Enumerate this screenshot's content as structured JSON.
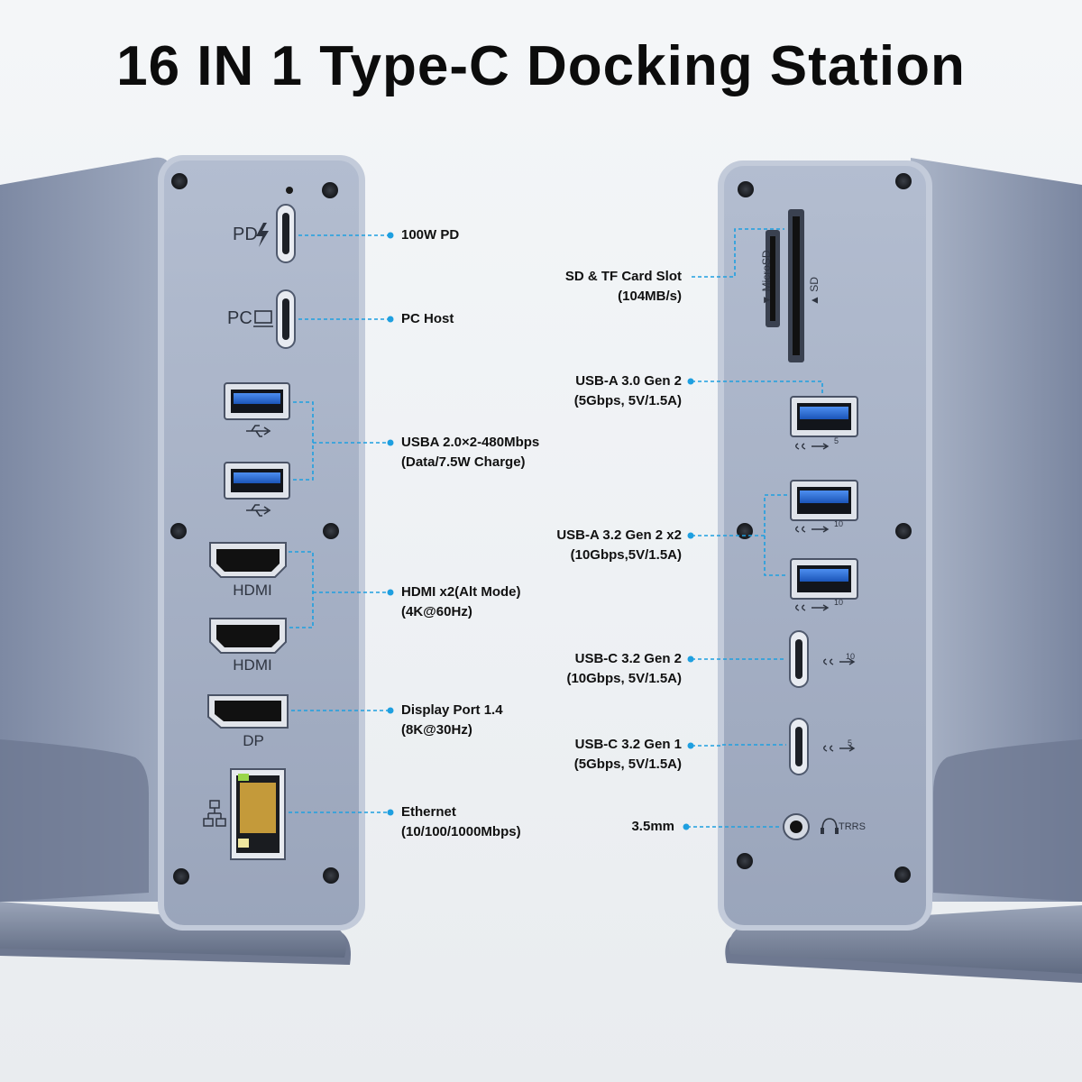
{
  "title": "16 IN 1 Type-C Docking Station",
  "left_device": {
    "port_marks": {
      "pd": "PD",
      "pc": "PC",
      "hdmi_1": "HDMI",
      "hdmi_2": "HDMI",
      "dp": "DP"
    },
    "callouts": [
      {
        "lines": [
          "100W PD"
        ]
      },
      {
        "lines": [
          "PC Host"
        ]
      },
      {
        "lines": [
          "USBA 2.0×2-480Mbps",
          "(Data/7.5W Charge)"
        ]
      },
      {
        "lines": [
          "HDMI x2(Alt Mode)",
          "(4K@60Hz)"
        ]
      },
      {
        "lines": [
          "Display Port 1.4",
          "(8K@30Hz)"
        ]
      },
      {
        "lines": [
          "Ethernet",
          "(10/100/1000Mbps)"
        ]
      }
    ]
  },
  "right_device": {
    "port_marks": {
      "microsd": "MicroSD",
      "sd": "SD",
      "ss5_a": "5",
      "ss10_a": "10",
      "ss10_b": "10",
      "ss10_c": "10",
      "ss5_c": "5",
      "trrs": "TRRS"
    },
    "callouts": [
      {
        "lines": [
          "SD & TF Card Slot",
          "(104MB/s)"
        ]
      },
      {
        "lines": [
          "USB-A 3.0 Gen 2",
          "(5Gbps, 5V/1.5A)"
        ]
      },
      {
        "lines": [
          "USB-A 3.2 Gen 2 x2",
          "(10Gbps,5V/1.5A)"
        ]
      },
      {
        "lines": [
          "USB-C 3.2 Gen 2",
          "(10Gbps, 5V/1.5A)"
        ]
      },
      {
        "lines": [
          "USB-C 3.2 Gen 1",
          "(5Gbps, 5V/1.5A)"
        ]
      },
      {
        "lines": [
          "3.5mm"
        ]
      }
    ]
  },
  "colors": {
    "callout_line": "#1e9fe0",
    "panel": "#a4afc4",
    "body": "#8f9bb2",
    "usb3_blue": "#2a6fd6"
  },
  "icons": [
    "lightning-icon",
    "monitor-icon",
    "usb-icon",
    "network-icon",
    "headset-icon",
    "superspeed-icon",
    "screw-icon"
  ]
}
